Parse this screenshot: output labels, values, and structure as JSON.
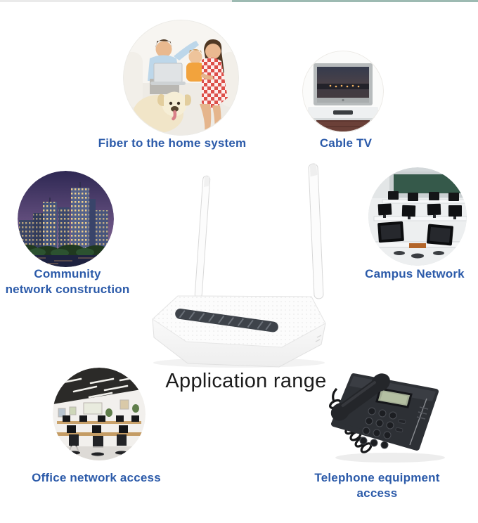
{
  "page": {
    "background": "#ffffff"
  },
  "top_stripe": {
    "left_color": "#eaeaea",
    "right_color": "#9dbab2"
  },
  "title": {
    "text": "Application range",
    "color": "#1c1c1c"
  },
  "label_style": {
    "color": "#2b5aa9"
  },
  "labels": {
    "fiber": "Fiber to the home system",
    "cable_tv": "Cable TV",
    "community_line1": "Community",
    "community_line2": "network construction",
    "campus": "Campus Network",
    "office": "Office network access",
    "telephone": "Telephone equipment access"
  },
  "photos": {
    "family": "family-with-laptop-and-dog-photo",
    "cable_tv": "tv-on-cabinet-photo",
    "community": "night-city-buildings-photo",
    "campus": "computer-classroom-photo",
    "office": "open-office-photo",
    "telephone": "black-desk-telephone-photo",
    "center_product": "white-wifi-router-with-two-antennas"
  }
}
